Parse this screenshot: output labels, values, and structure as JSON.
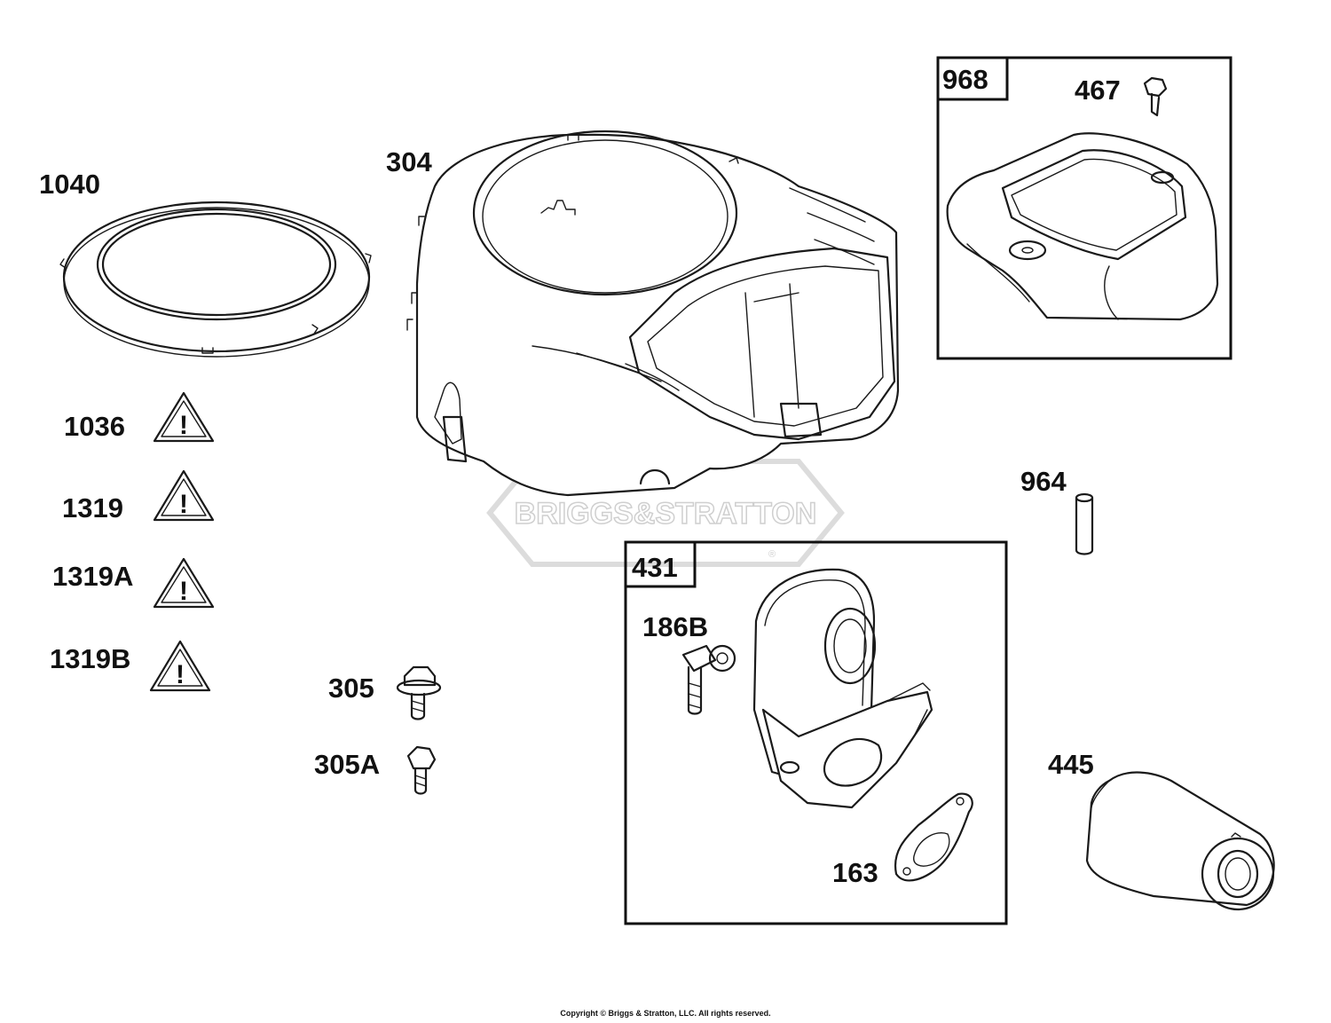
{
  "watermark": "BRIGGS&STRATTON",
  "watermark_mark": "®",
  "copyright": "Copyright © Briggs & Stratton, LLC. All rights reserved.",
  "labels": {
    "p1040": "1040",
    "p304": "304",
    "p968": "968",
    "p467": "467",
    "p1036": "1036",
    "p1319": "1319",
    "p1319a": "1319A",
    "p1319b": "1319B",
    "p964": "964",
    "p431": "431",
    "p186b": "186B",
    "p305": "305",
    "p305a": "305A",
    "p445": "445",
    "p163": "163"
  },
  "warning_glyph": "!",
  "colors": {
    "line": "#1a1a1a",
    "watermark": "#d8d8d8"
  }
}
